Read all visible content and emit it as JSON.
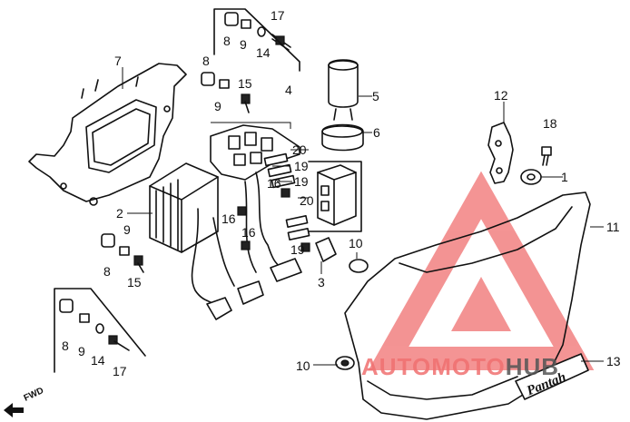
{
  "callouts": {
    "c1": "1",
    "c2": "2",
    "c3": "3",
    "c4": "4",
    "c5": "5",
    "c6": "6",
    "c7": "7",
    "c8a": "8",
    "c8b": "8",
    "c8c": "8",
    "c8d": "8",
    "c9a": "9",
    "c9b": "9",
    "c9c": "9",
    "c9d": "9",
    "c10a": "10",
    "c10b": "10",
    "c11": "11",
    "c12": "12",
    "c13": "13",
    "c14a": "14",
    "c14b": "14",
    "c15a": "15",
    "c15b": "15",
    "c16a": "16",
    "c16b": "16",
    "c16c": "16",
    "c17a": "17",
    "c17b": "17",
    "c18": "18",
    "c19a": "19",
    "c19b": "19",
    "c19c": "19",
    "c20a": "20",
    "c20b": "20"
  },
  "direction": {
    "label": "FWD"
  },
  "watermark": {
    "part1": "AUTO",
    "part2": "MOTO",
    "part3": "HUB",
    "color_main": "#f07070",
    "color_dark": "#555555"
  },
  "decal": {
    "text": "Pantah"
  }
}
